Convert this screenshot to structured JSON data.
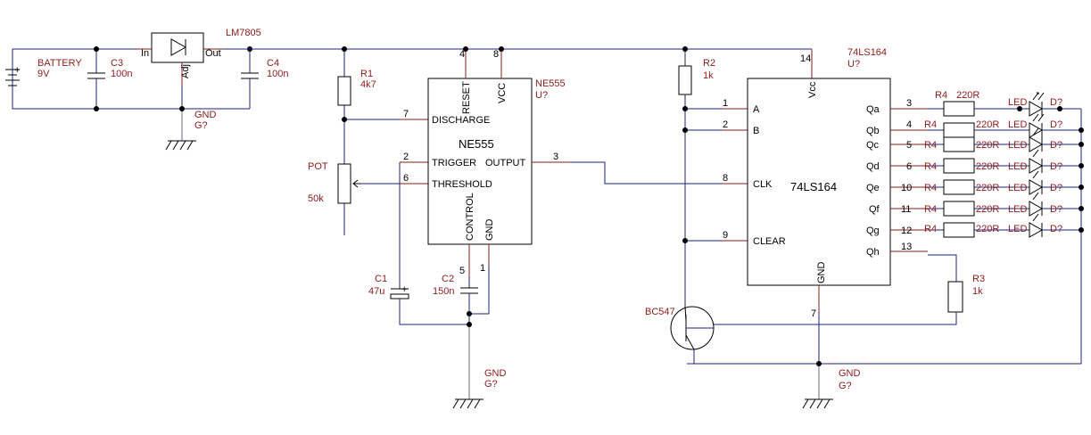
{
  "regulator": {
    "ref": "LM7805",
    "in": "In",
    "out": "Out",
    "adj": "Adj"
  },
  "battery": {
    "ref": "BATTERY",
    "value": "9V",
    "plus": "+"
  },
  "c3": {
    "ref": "C3",
    "value": "100n"
  },
  "c4": {
    "ref": "C4",
    "value": "100n"
  },
  "gnd1": {
    "ref": "GND",
    "value": "G?"
  },
  "r1": {
    "ref": "R1",
    "value": "4k7"
  },
  "pot": {
    "ref": "POT",
    "value": "50k"
  },
  "ne555": {
    "ref": "NE555",
    "name": "NE555",
    "designator": "U?",
    "pins": {
      "reset": "RESET",
      "vcc": "VCC",
      "discharge": "DISCHARGE",
      "trigger": "TRIGGER",
      "output": "OUTPUT",
      "threshold": "THRESHOLD",
      "control": "CONTROL",
      "gnd": "GND"
    },
    "pin_numbers": {
      "reset": "4",
      "vcc": "8",
      "discharge": "7",
      "trigger": "2",
      "threshold": "6",
      "output": "3",
      "control": "5",
      "gnd": "1"
    }
  },
  "c1": {
    "ref": "C1",
    "value": "47u",
    "plus": "+"
  },
  "c2": {
    "ref": "C2",
    "value": "150n"
  },
  "gnd2": {
    "ref": "GND",
    "value": "G?"
  },
  "r2": {
    "ref": "R2",
    "value": "1k"
  },
  "ic164": {
    "ref": "74LS164",
    "designator": "U?",
    "name": "74LS164",
    "pins": {
      "vcc": "Vcc",
      "a": "A",
      "b": "B",
      "clk": "CLK",
      "clear": "CLEAR",
      "gnd": "GND",
      "qa": "Qa",
      "qb": "Qb",
      "qc": "Qc",
      "qd": "Qd",
      "qe": "Qe",
      "qf": "Qf",
      "qg": "Qg",
      "qh": "Qh"
    },
    "pin_numbers": {
      "vcc": "14",
      "a": "1",
      "b": "2",
      "clk": "8",
      "clear": "9",
      "gnd": "7",
      "qa": "3",
      "qb": "4",
      "qc": "5",
      "qd": "6",
      "qe": "10",
      "qf": "11",
      "qg": "12",
      "qh": "13"
    }
  },
  "led_rows": [
    {
      "r_ref": "R4",
      "r_value": "220R",
      "led_ref": "LED",
      "d_ref": "D?"
    },
    {
      "r_ref": "R4",
      "r_value": "220R",
      "led_ref": "LED",
      "d_ref": "D?"
    },
    {
      "r_ref": "R4",
      "r_value": "220R",
      "led_ref": "LED",
      "d_ref": "D?"
    },
    {
      "r_ref": "R4",
      "r_value": "220R",
      "led_ref": "LED",
      "d_ref": "D?"
    },
    {
      "r_ref": "R4",
      "r_value": "220R",
      "led_ref": "LED",
      "d_ref": "D?"
    },
    {
      "r_ref": "R4",
      "r_value": "220R",
      "led_ref": "LED",
      "d_ref": "D?"
    },
    {
      "r_ref": "R4",
      "r_value": "220R",
      "led_ref": "LED",
      "d_ref": "D?"
    }
  ],
  "r3": {
    "ref": "R3",
    "value": "1k"
  },
  "transistor": {
    "ref": "BC547"
  },
  "gnd3": {
    "ref": "GND",
    "value": "G?"
  },
  "colors": {
    "wire": "#1a237e",
    "pin": "#8b1a1a",
    "body": "#000000"
  }
}
